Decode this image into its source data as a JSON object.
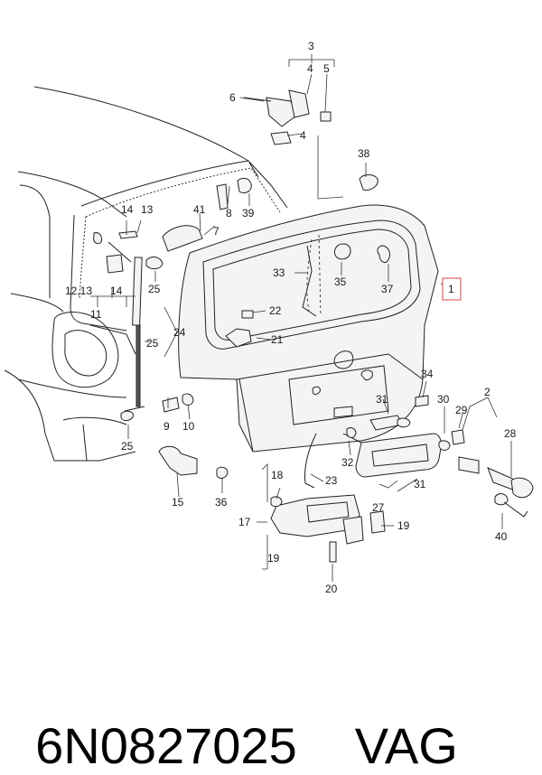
{
  "callouts": {
    "c1": "1",
    "c2": "2",
    "c3": "3",
    "c4a": "4",
    "c4b": "4",
    "c5": "5",
    "c6": "6",
    "c7": "7",
    "c8": "8",
    "c9": "9",
    "c10": "10",
    "c11": "11",
    "c12_13": "12,13",
    "c13": "13",
    "c14a": "14",
    "c14b": "14",
    "c15": "15",
    "c17": "17",
    "c18": "18",
    "c19a": "19",
    "c19b": "19",
    "c20": "20",
    "c21": "21",
    "c22": "22",
    "c23": "23",
    "c24": "24",
    "c25a": "25",
    "c25b": "25",
    "c25c": "25",
    "c27": "27",
    "c28": "28",
    "c29": "29",
    "c30": "30",
    "c31a": "31",
    "c31b": "31",
    "c32": "32",
    "c33": "33",
    "c34": "34",
    "c35": "35",
    "c36": "36",
    "c37": "37",
    "c38": "38",
    "c39": "39",
    "c40": "40",
    "c41": "41"
  },
  "footer": {
    "part_number": "6N0827025",
    "brand": "VAG"
  }
}
